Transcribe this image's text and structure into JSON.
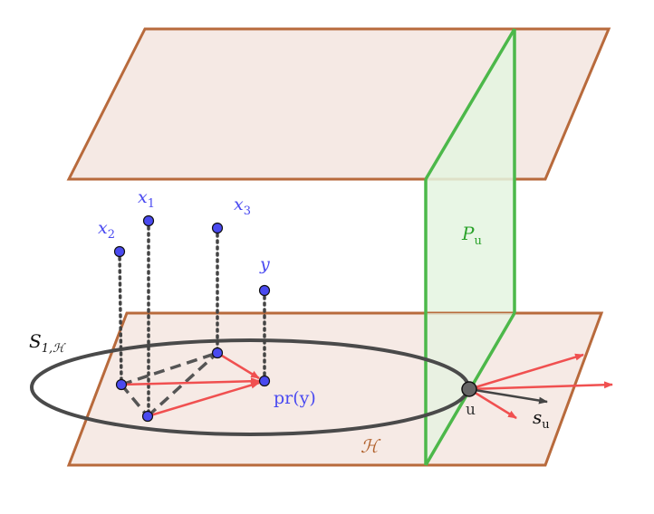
{
  "labels": {
    "x1": "x",
    "x1_sub": "1",
    "x2": "x",
    "x2_sub": "2",
    "x3": "x",
    "x3_sub": "3",
    "y": "y",
    "pr_y": "pr(y)",
    "sphere": "S",
    "sphere_sub": "1,ℋ",
    "plane_P": "P",
    "plane_P_sub": "u",
    "plane_H": "ℋ",
    "point_u": "u",
    "s_u": "s",
    "s_u_sub": "u"
  },
  "colors": {
    "plane_fill": "#f5e9e4",
    "plane_edge": "#b86a3c",
    "green_plane_fill": "#e4f4e1",
    "green_edge": "#4cb84a",
    "point_blue": "#4a4af0",
    "arrow_red": "#f05050",
    "ellipse": "#4a4a4a",
    "dotted": "#444444"
  }
}
